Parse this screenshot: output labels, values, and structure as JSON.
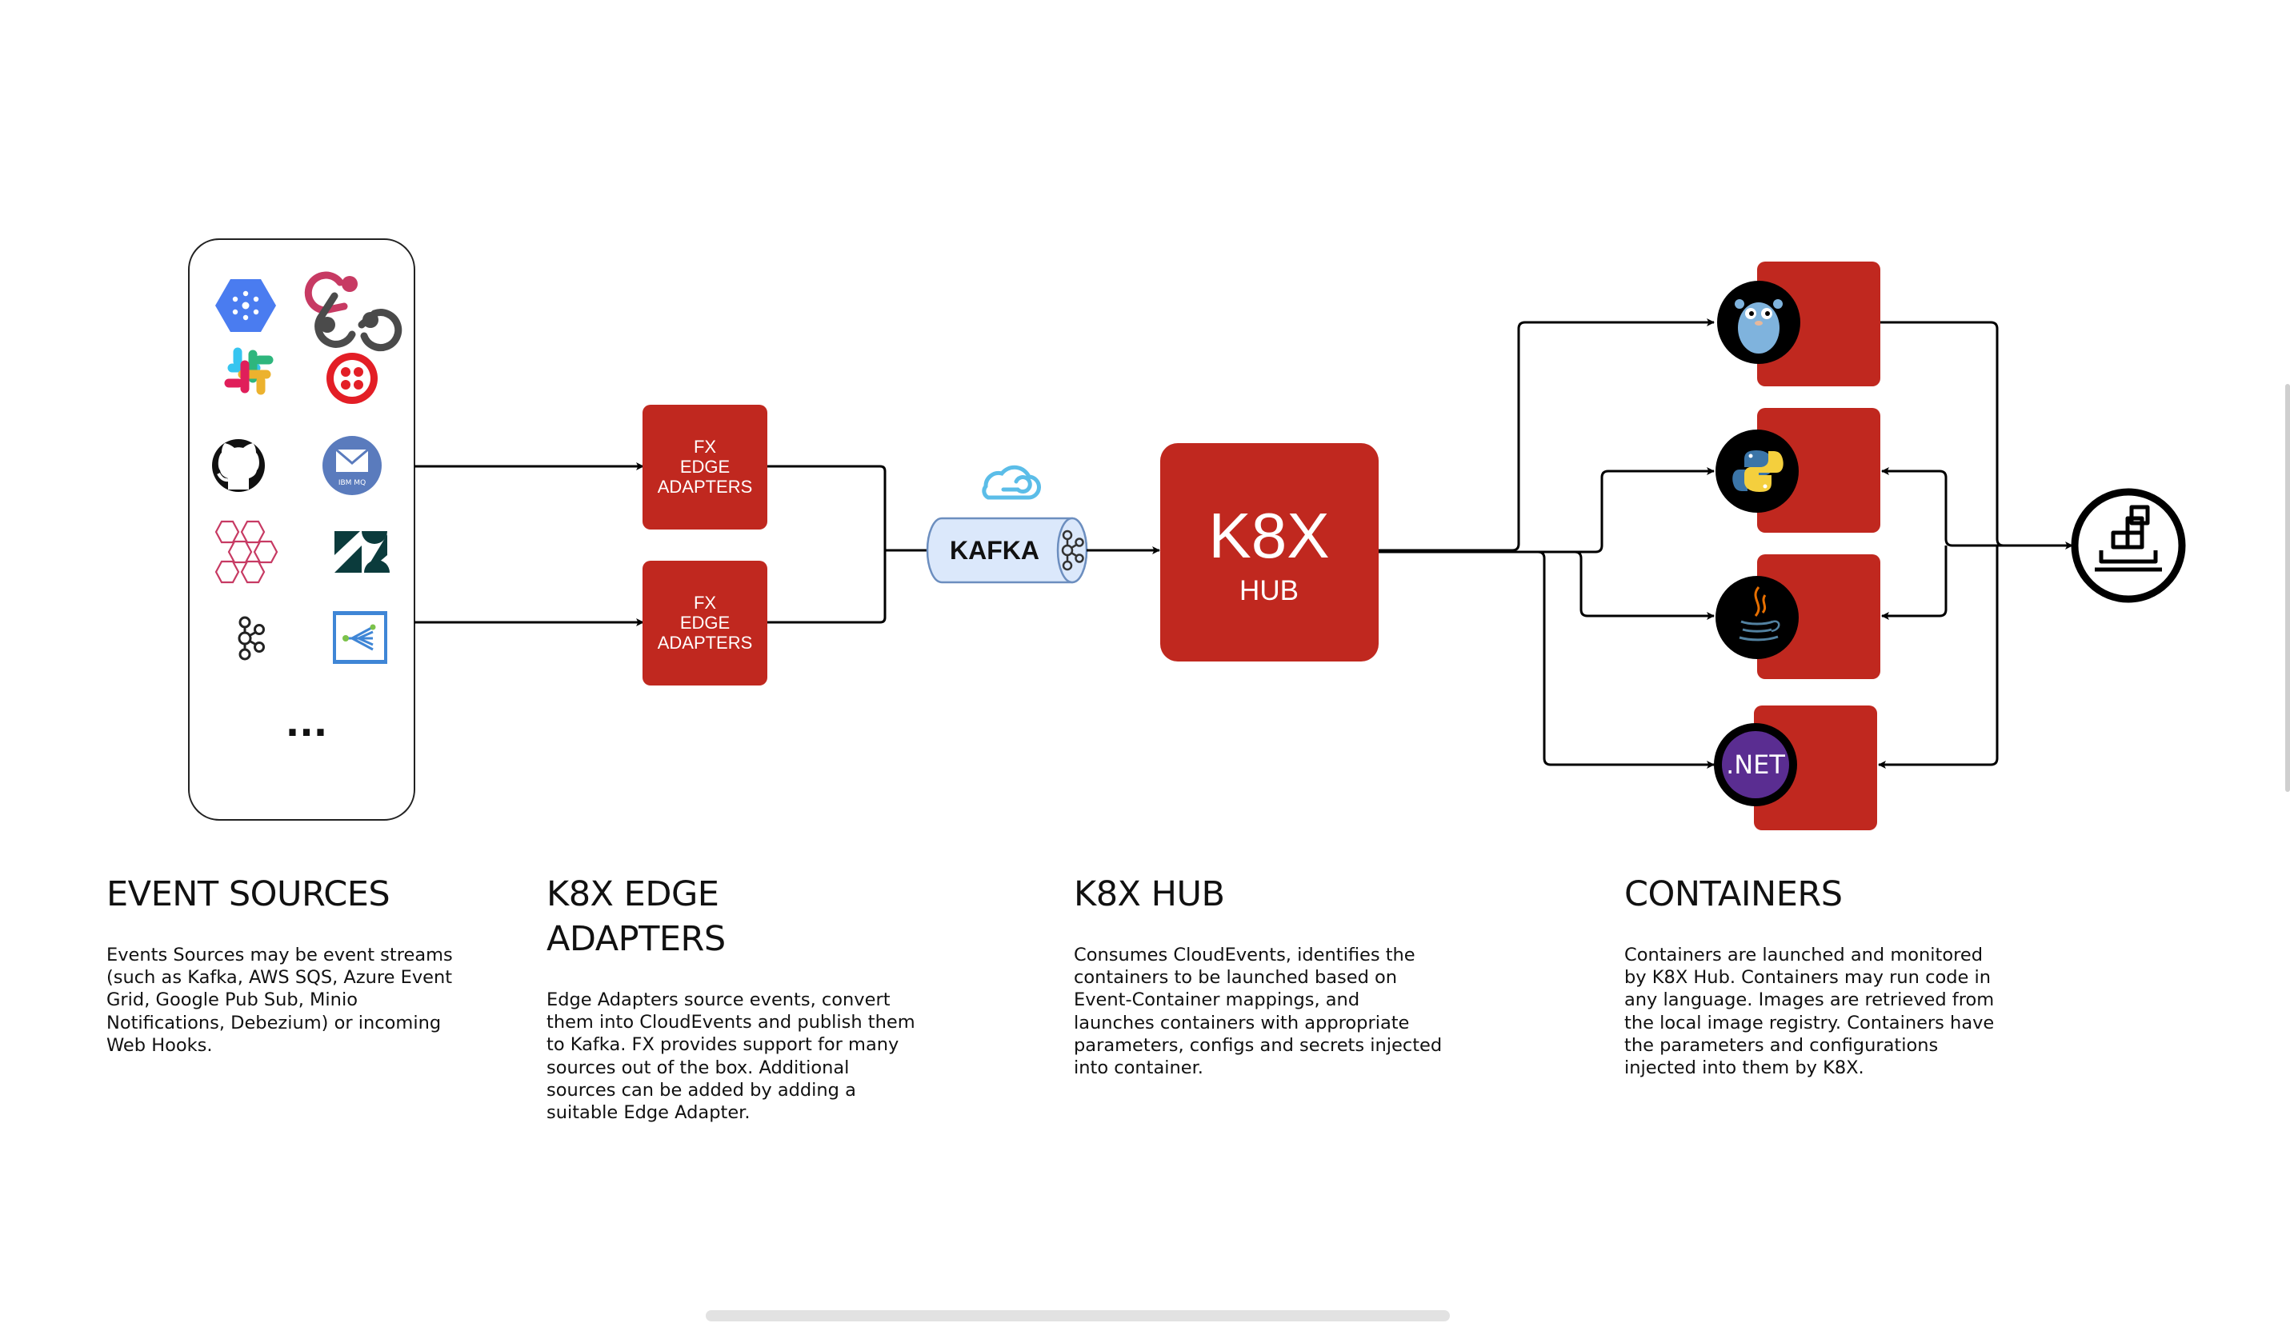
{
  "diagram": {
    "event_sources_ellipsis": "...",
    "edge_adapter_1": {
      "lines": [
        "FX",
        "EDGE",
        "ADAPTERS"
      ]
    },
    "edge_adapter_2": {
      "lines": [
        "FX",
        "EDGE",
        "ADAPTERS"
      ]
    },
    "kafka_label": "KAFKA",
    "hub_title": "K8X",
    "hub_subtitle": "HUB",
    "dotnet_label": ".NET",
    "ibm_mq_label": "IBM MQ",
    "colors": {
      "red": "#c0281f",
      "kafka_fill": "#dbe8fb",
      "kafka_stroke": "#6c8ebf",
      "cloud": "#5bbde8",
      "gcp_blue": "#4a7cf0",
      "dotnet_purple": "#5a2d91"
    }
  },
  "sections": {
    "event_sources": {
      "title": "EVENT SOURCES",
      "desc": [
        "Events Sources may be event streams",
        "(such as Kafka, AWS SQS, Azure Event",
        "Grid, Google Pub Sub, Minio",
        "Notifications, Debezium) or incoming",
        "Web Hooks."
      ]
    },
    "edge_adapters": {
      "title": [
        "K8X EDGE",
        "ADAPTERS"
      ],
      "desc": [
        "Edge Adapters source events, convert",
        "them into CloudEvents and publish them",
        "to Kafka. FX provides support for many",
        "sources out of the box. Additional",
        "sources can be added by adding a",
        "suitable Edge Adapter."
      ]
    },
    "hub": {
      "title": "K8X HUB",
      "desc": [
        "Consumes CloudEvents, identifies the",
        "containers to be launched based on",
        "Event-Container mappings, and",
        "launches containers with appropriate",
        "parameters, configs and secrets injected",
        "into container."
      ]
    },
    "containers": {
      "title": "CONTAINERS",
      "desc": [
        "Containers are launched and monitored",
        "by K8X Hub. Containers may run code in",
        "any language. Images are retrieved from",
        "the local image registry. Containers have",
        "the parameters and configurations",
        "injected into them by K8X."
      ]
    }
  }
}
